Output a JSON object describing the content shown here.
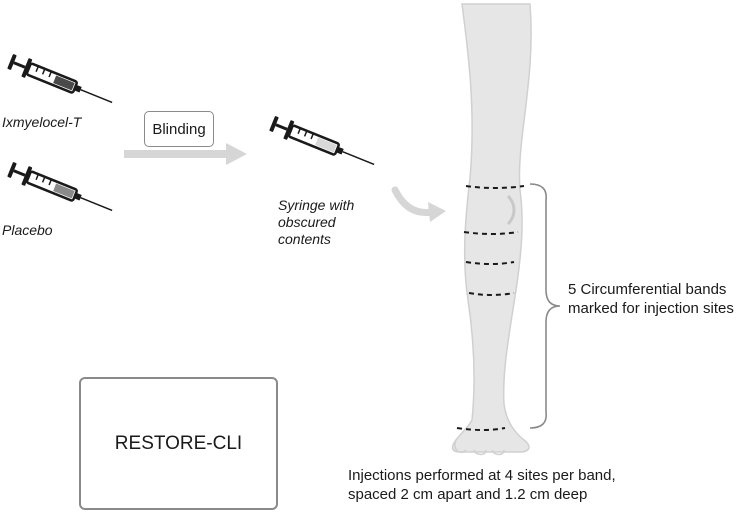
{
  "syringes": {
    "top_label": "Ixmyelocel-T",
    "bottom_label": "Placebo",
    "blinded_label_lines": [
      "Syringe with",
      "obscured",
      "contents"
    ]
  },
  "blinding_box": {
    "label": "Blinding"
  },
  "bands_note": {
    "lines": [
      "5 Circumferential bands",
      "marked for injection sites"
    ]
  },
  "injection_note": {
    "lines": [
      "Injections performed at 4 sites per band,",
      "spaced 2 cm apart and 1.2 cm deep"
    ]
  },
  "trial_box": {
    "label": "RESTORE-CLI"
  },
  "colors": {
    "outline": "#1a1a1a",
    "arrow": "#d0d0d0",
    "leg_fill": "#e6e6e6",
    "leg_stroke": "#d0d0d0",
    "box_border": "#8a8a8a"
  }
}
